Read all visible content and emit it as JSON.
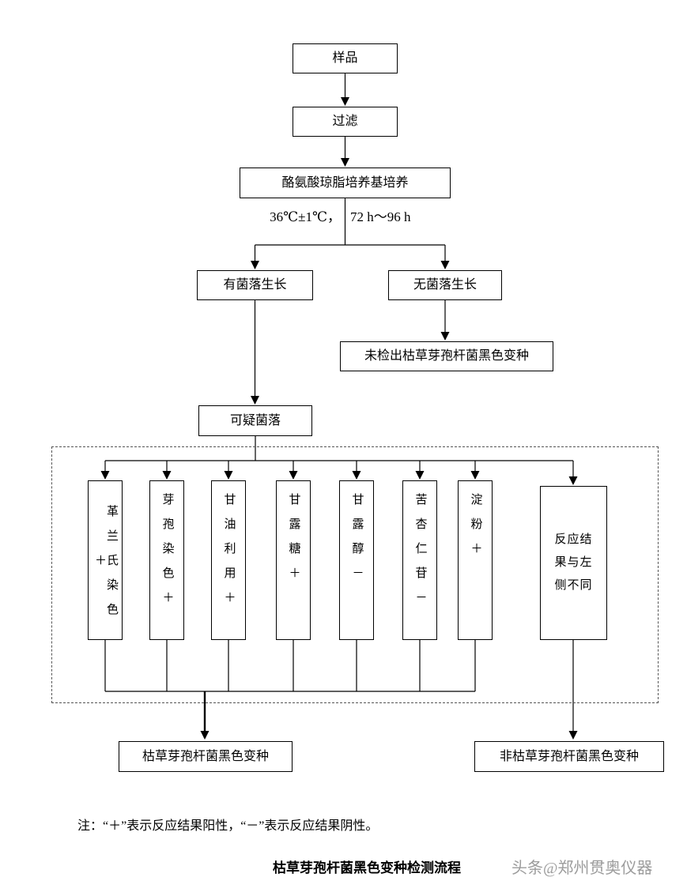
{
  "flowchart": {
    "nodes": {
      "sample": "样品",
      "filter": "过滤",
      "medium": "酪氨酸琼脂培养基培养",
      "condition_left": "36℃±1℃，",
      "condition_right": "72 h～96 h",
      "growth": "有菌落生长",
      "no_growth": "无菌落生长",
      "not_detected": "未检出枯草芽孢杆菌黑色变种",
      "suspicious": "可疑菌落",
      "tests": [
        "革兰氏染色＋",
        "芽孢染色＋",
        "甘油利用＋",
        "甘露糖＋",
        "甘露醇－",
        "苦杏仁苷－",
        "淀粉＋",
        "反应结果与左侧不同"
      ],
      "positive_result": "枯草芽孢杆菌黑色变种",
      "negative_result": "非枯草芽孢杆菌黑色变种"
    },
    "note": "注：“＋”表示反应结果阳性，“－”表示反应结果阴性。",
    "caption": "枯草芽孢杆菌黑色变种检测流程",
    "watermark": "头条@郑州贯奥仪器",
    "colors": {
      "line": "#000000",
      "box_border": "#000000",
      "watermark": "#9c9c9c",
      "background": "#ffffff"
    }
  }
}
